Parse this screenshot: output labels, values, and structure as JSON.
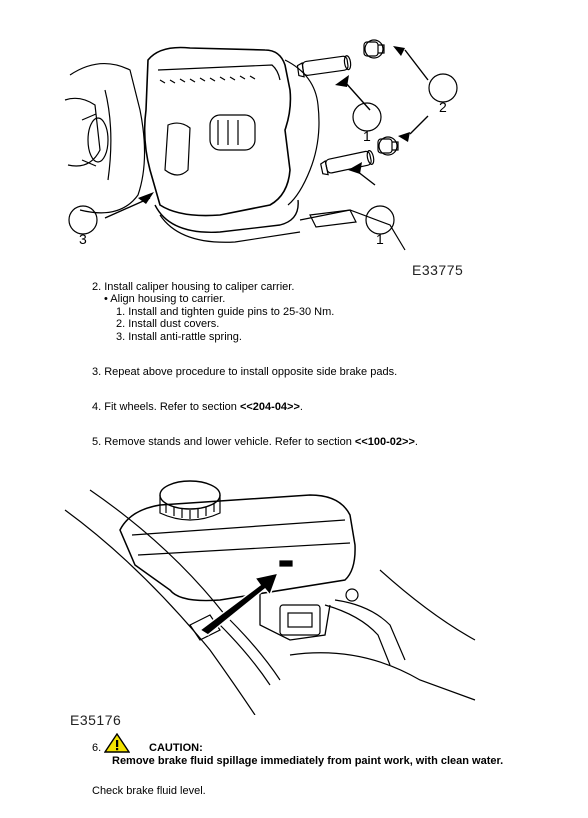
{
  "figure1": {
    "id": "E33775",
    "callouts": [
      "1",
      "2",
      "1",
      "3"
    ]
  },
  "steps": {
    "step2": {
      "text": "2. Install caliper housing to caliper carrier.",
      "bullet": "• Align housing to carrier.",
      "substeps": [
        "1. Install and tighten guide pins to 25-30 Nm.",
        "2. Install dust covers.",
        "3. Install anti-rattle spring."
      ]
    },
    "step3": "3. Repeat above procedure to install opposite side brake pads.",
    "step4": {
      "prefix": "4. Fit wheels. Refer to section ",
      "ref": "<<204-04>>",
      "suffix": "."
    },
    "step5": {
      "prefix": "5. Remove stands and lower vehicle. Refer to section ",
      "ref": "<<100-02>>",
      "suffix": "."
    }
  },
  "figure2": {
    "id": "E35176"
  },
  "caution": {
    "number": "6.",
    "label": "CAUTION:",
    "text": "Remove brake fluid spillage immediately from paint work, with clean water.",
    "icon": "warning-triangle-icon",
    "icon_color": "#f2e200"
  },
  "final_text": "Check brake fluid level."
}
